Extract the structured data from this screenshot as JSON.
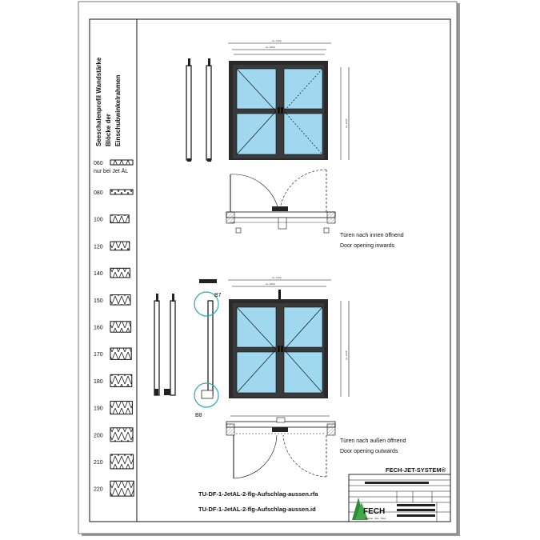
{
  "sidebar": {
    "heading_line1": "Seeschalenprofil Wandstärke",
    "heading_line2": "Blöcke der",
    "heading_line3": "Einschubwinkelrahmen",
    "subnote": "nur bei Jet ÄL",
    "profiles": [
      "060",
      "080",
      "100",
      "120",
      "140",
      "150",
      "160",
      "170",
      "180",
      "190",
      "200",
      "210",
      "220"
    ]
  },
  "elevations": {
    "top": {
      "dim_total": "ca. 1430",
      "dim_leaf": "ca. 1000",
      "height": "ca. 2165"
    },
    "bottom": {
      "dim_total": "ca. 1430",
      "dim_leaf": "ca. 1000",
      "height": "ca. 2165"
    }
  },
  "details": {
    "b7": "B7",
    "b8": "B8"
  },
  "captions": {
    "inward_de": "Türen nach innen öffnend",
    "inward_en": "Door opening inwards",
    "outward_de": "Türen nach außen öffnend",
    "outward_en": "Door opening outwards"
  },
  "file_names": {
    "line1": "TU-DF-1-JetAL-2-flg-Aufschlag-aussen.rfa",
    "line2": "TU-DF-1-JetAL-2-flg-Aufschlag-aussen.id"
  },
  "title_block": {
    "brand": "FECH-JET-SYSTEM®",
    "logo_text": "FECH",
    "logo_tagline": "Industrie · Tore · Türen"
  },
  "colors": {
    "glass": "#9fd8ef",
    "frame": "#2a2a2a",
    "accent": "#2aa8b8"
  }
}
